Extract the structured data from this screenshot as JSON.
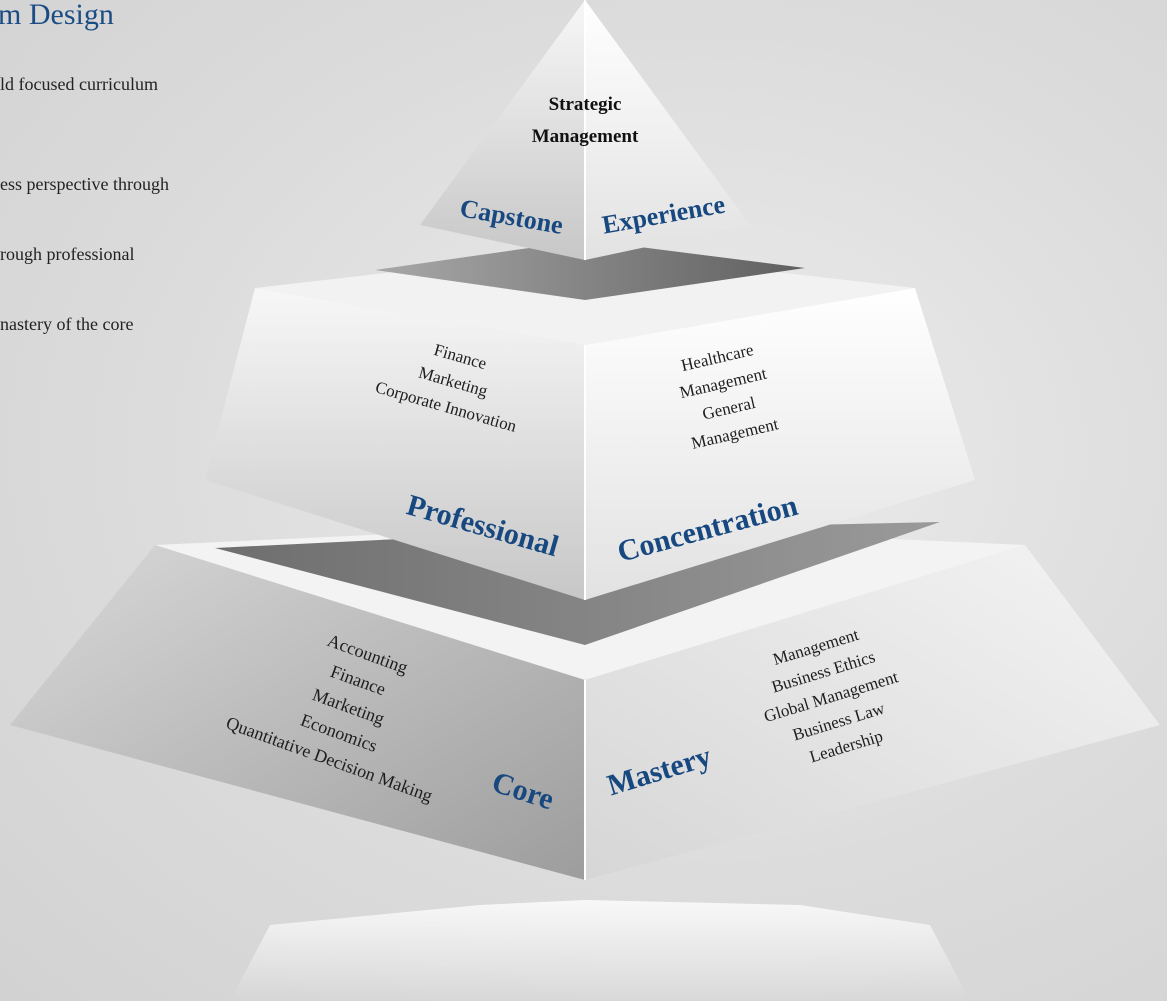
{
  "header": {
    "title": "m Design",
    "bullets": [
      "ld focused curriculum",
      "ess perspective through",
      "rough professional",
      "nastery of the core"
    ]
  },
  "pyramid": {
    "capstone": {
      "courses": [
        "Strategic",
        "Management"
      ],
      "left_label": "Capstone",
      "right_label": "Experience"
    },
    "professional": {
      "left_label": "Professional",
      "right_label": "Concentration",
      "left_courses": [
        "Finance",
        "Marketing",
        "Corporate Innovation"
      ],
      "right_courses": [
        "Healthcare",
        "Management",
        "General",
        "Management"
      ]
    },
    "core": {
      "left_label": "Core",
      "right_label": "Mastery",
      "left_courses": [
        "Accounting",
        "Finance",
        "Marketing",
        "Economics",
        "Quantitative Decision Making"
      ],
      "right_courses": [
        "Management",
        "Business Ethics",
        "Global Management",
        "Business Law",
        "Leadership"
      ]
    }
  },
  "colors": {
    "title_blue": "#1b4d84",
    "label_blue": "#17487f"
  }
}
